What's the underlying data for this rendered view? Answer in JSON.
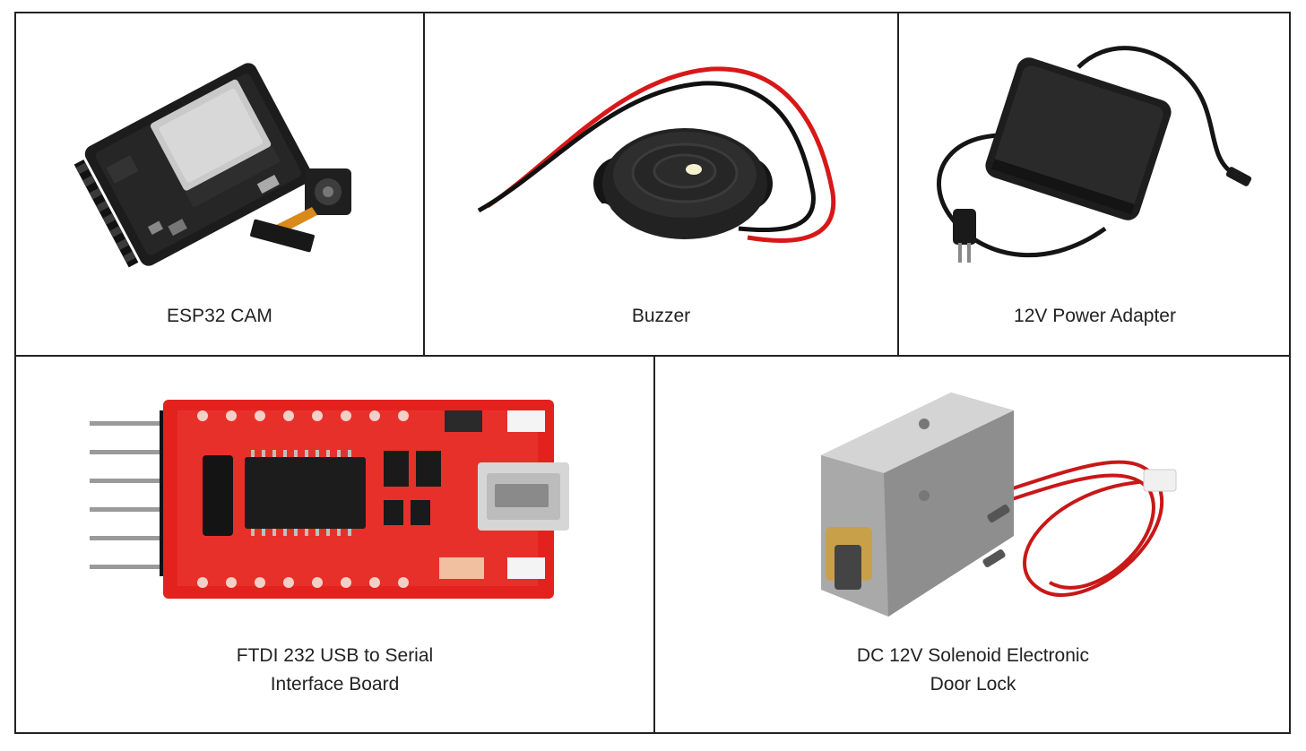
{
  "components": [
    {
      "id": "esp32",
      "icon": "esp32-cam-board-icon",
      "caption": [
        "ESP32 CAM"
      ]
    },
    {
      "id": "buzzer",
      "icon": "buzzer-icon",
      "caption": [
        "Buzzer"
      ]
    },
    {
      "id": "adapter",
      "icon": "power-adapter-icon",
      "caption": [
        "12V Power Adapter"
      ]
    },
    {
      "id": "ftdi",
      "icon": "ftdi-board-icon",
      "caption": [
        "FTDI 232 USB to Serial",
        "Interface Board"
      ]
    },
    {
      "id": "lock",
      "icon": "solenoid-lock-icon",
      "caption": [
        "DC 12V Solenoid Electronic",
        "Door Lock"
      ]
    }
  ],
  "colors": {
    "border": "#222222",
    "board_black": "#1a1a1a",
    "board_red": "#e3221e",
    "wire_red": "#d81818",
    "metal": "#b8b8b8"
  }
}
